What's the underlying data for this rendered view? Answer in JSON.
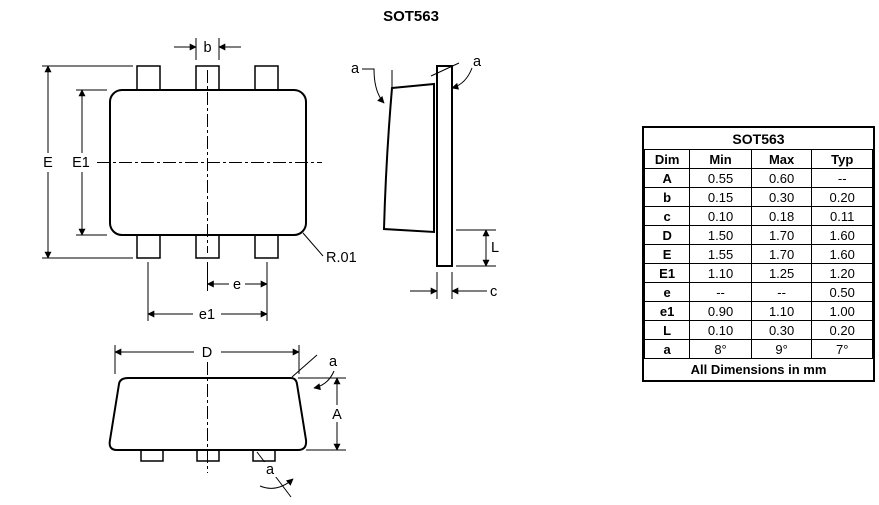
{
  "page_title": "SOT563",
  "drawing": {
    "dims": {
      "E": "E",
      "E1": "E1",
      "b": "b",
      "e": "e",
      "e1": "e1",
      "D": "D",
      "A": "A",
      "L": "L",
      "c": "c",
      "radius": "R.01",
      "angle": "a"
    }
  },
  "table": {
    "title": "SOT563",
    "headers": [
      "Dim",
      "Min",
      "Max",
      "Typ"
    ],
    "rows": [
      [
        "A",
        "0.55",
        "0.60",
        "--"
      ],
      [
        "b",
        "0.15",
        "0.30",
        "0.20"
      ],
      [
        "c",
        "0.10",
        "0.18",
        "0.11"
      ],
      [
        "D",
        "1.50",
        "1.70",
        "1.60"
      ],
      [
        "E",
        "1.55",
        "1.70",
        "1.60"
      ],
      [
        "E1",
        "1.10",
        "1.25",
        "1.20"
      ],
      [
        "e",
        "--",
        "--",
        "0.50"
      ],
      [
        "e1",
        "0.90",
        "1.10",
        "1.00"
      ],
      [
        "L",
        "0.10",
        "0.30",
        "0.20"
      ],
      [
        "a",
        "8°",
        "9°",
        "7°"
      ]
    ],
    "footer": "All Dimensions in mm"
  },
  "colors": {
    "line": "#000000",
    "background": "#ffffff"
  }
}
